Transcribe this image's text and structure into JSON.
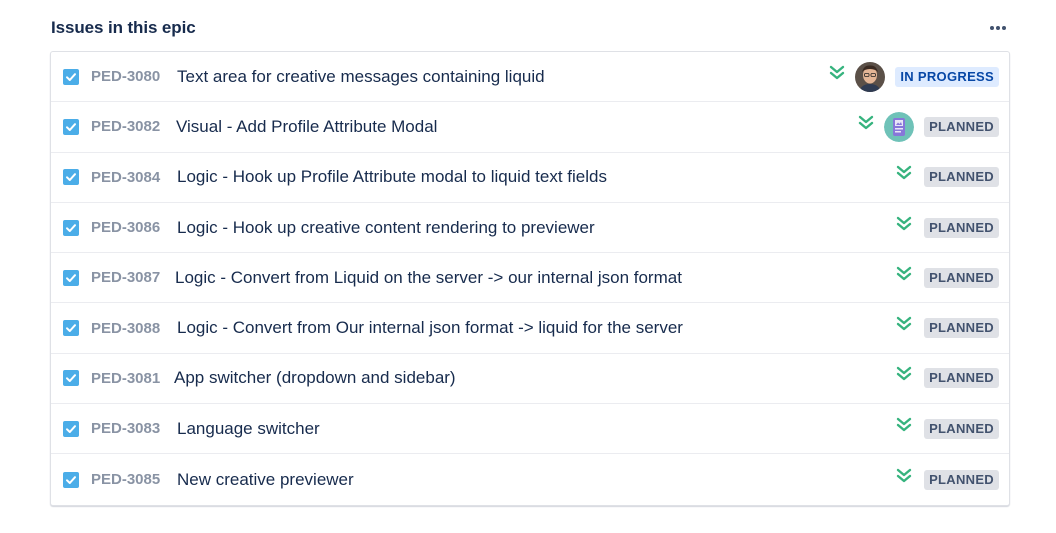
{
  "panel": {
    "title": "Issues in this epic",
    "more_icon": "ellipsis-icon"
  },
  "colors": {
    "checkbox_blue": "#4bade8",
    "priority_green": "#36b37e",
    "in_progress_bg": "#deebff",
    "in_progress_text": "#0747a6",
    "planned_bg": "#dfe1e6",
    "planned_text": "#42526e"
  },
  "issues": [
    {
      "key": "PED-3080",
      "summary": "Text area for creative messages containing liquid",
      "priority_icon": "priority-lowest-icon",
      "avatar": "user-photo",
      "status": "IN PROGRESS"
    },
    {
      "key": "PED-3082",
      "summary": "Visual - Add Profile Attribute Modal",
      "priority_icon": "priority-lowest-icon",
      "avatar": "default-avatar",
      "status": "PLANNED"
    },
    {
      "key": "PED-3084",
      "summary": "Logic - Hook up Profile Attribute modal to liquid text fields",
      "priority_icon": "priority-lowest-icon",
      "avatar": null,
      "status": "PLANNED"
    },
    {
      "key": "PED-3086",
      "summary": "Logic - Hook up creative content rendering to previewer",
      "priority_icon": "priority-lowest-icon",
      "avatar": null,
      "status": "PLANNED"
    },
    {
      "key": "PED-3087",
      "summary": "Logic - Convert from Liquid on the server -> our internal json format",
      "priority_icon": "priority-lowest-icon",
      "avatar": null,
      "status": "PLANNED"
    },
    {
      "key": "PED-3088",
      "summary": "Logic - Convert from Our internal json format -> liquid for the server",
      "priority_icon": "priority-lowest-icon",
      "avatar": null,
      "status": "PLANNED"
    },
    {
      "key": "PED-3081",
      "summary": "App switcher (dropdown and sidebar)",
      "priority_icon": "priority-lowest-icon",
      "avatar": null,
      "status": "PLANNED"
    },
    {
      "key": "PED-3083",
      "summary": "Language switcher",
      "priority_icon": "priority-lowest-icon",
      "avatar": null,
      "status": "PLANNED"
    },
    {
      "key": "PED-3085",
      "summary": "New creative previewer",
      "priority_icon": "priority-lowest-icon",
      "avatar": null,
      "status": "PLANNED"
    }
  ]
}
